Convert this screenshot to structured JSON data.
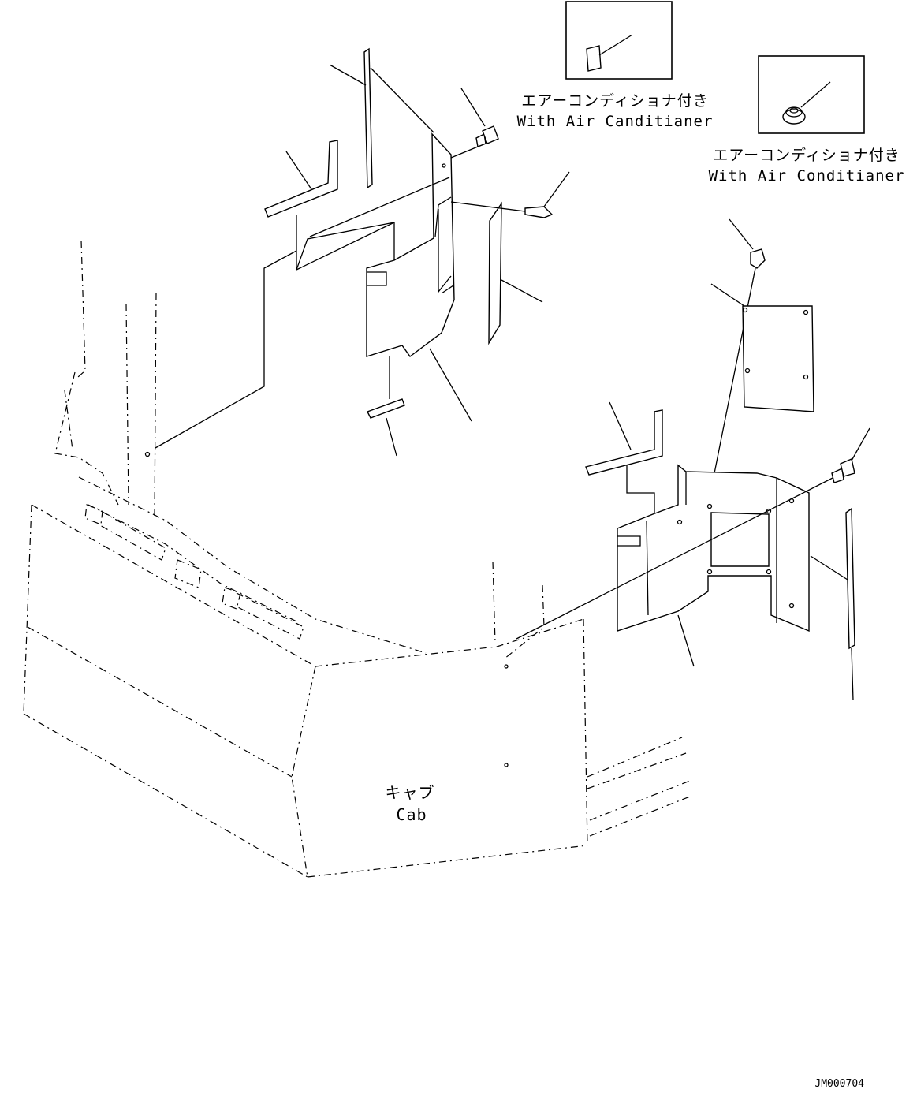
{
  "labels": {
    "inset1_jp": "エアーコンディショナ付き",
    "inset1_en": "With Air Canditianer",
    "inset2_jp": "エアーコンディショナ付き",
    "inset2_en": "With Air Conditianer",
    "cab_jp": "キャブ",
    "cab_en": "Cab",
    "drawing_code": "JM000704"
  }
}
